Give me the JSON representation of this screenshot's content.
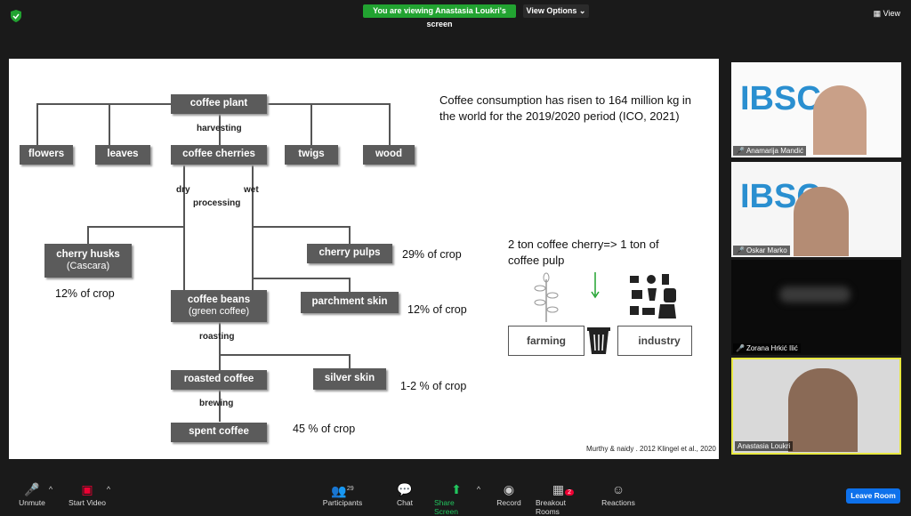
{
  "window": {
    "banner": "You are viewing Anastasia Loukri's screen",
    "view_options": "View Options",
    "view_button": "View"
  },
  "slide": {
    "boxes": {
      "coffee_plant": "coffee plant",
      "flowers": "flowers",
      "leaves": "leaves",
      "coffee_cherries": "coffee cherries",
      "twigs": "twigs",
      "wood": "wood",
      "cherry_husks": "cherry husks",
      "cherry_husks_sub": "(Cascara)",
      "cherry_pulps": "cherry pulps",
      "coffee_beans": "coffee beans",
      "coffee_beans_sub": "(green coffee)",
      "parchment_skin": "parchment skin",
      "roasted_coffee": "roasted coffee",
      "silver_skin": "silver skin",
      "spent_coffee": "spent coffee"
    },
    "labels": {
      "harvesting": "harvesting",
      "dry": "dry",
      "wet": "wet",
      "processing": "processing",
      "roasting": "roasting",
      "brewing": "brewing"
    },
    "percentages": {
      "cherry_pulps": "29% of crop",
      "cherry_husks": "12% of crop",
      "parchment_skin": "12% of crop",
      "silver_skin": "1-2 % of crop",
      "spent_coffee": "45 % of crop"
    },
    "consumption_note": "Coffee consumption has risen to 164 million kg in the world for the 2019/2020 period (ICO, 2021)",
    "cherry_note": "2 ton coffee cherry=> 1 ton of coffee pulp",
    "farming": "farming",
    "industry": "industry",
    "citation": "Murthy & naidy . 2012 Klingel et al., 2020"
  },
  "participants": [
    {
      "name": "Anamarija Mandić",
      "muted": true
    },
    {
      "name": "Oskar Marko",
      "muted": true
    },
    {
      "name": "Zorana Hrkić Ilić",
      "muted": true
    },
    {
      "name": "Anastasia Loukri",
      "muted": false
    }
  ],
  "toolbar": {
    "unmute": "Unmute",
    "start_video": "Start Video",
    "participants": "Participants",
    "participants_count": "29",
    "chat": "Chat",
    "share_screen": "Share Screen",
    "record": "Record",
    "breakout_rooms": "Breakout Rooms",
    "breakout_badge": "2",
    "reactions": "Reactions",
    "leave_room": "Leave Room"
  },
  "colors": {
    "accent": "#0e71eb",
    "banner": "#22a331",
    "box": "#5b5b5b"
  }
}
